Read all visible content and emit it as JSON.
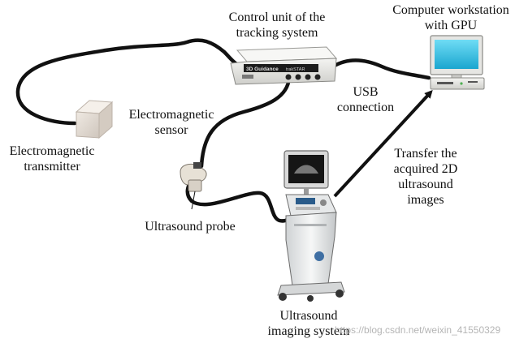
{
  "labels": {
    "control_unit": [
      "Control unit of the",
      "tracking system"
    ],
    "workstation": [
      "Computer workstation",
      "with GPU"
    ],
    "usb": [
      "USB",
      "connection"
    ],
    "em_sensor": [
      "Electromagnetic",
      "sensor"
    ],
    "em_transmitter": [
      "Electromagnetic",
      "transmitter"
    ],
    "transfer": [
      "Transfer the",
      "acquired 2D",
      "ultrasound",
      "images"
    ],
    "probe": "Ultrasound probe",
    "imaging_system": [
      "Ultrasound",
      "imaging system"
    ]
  },
  "device_text": {
    "tracker_brand": "3D Guidance",
    "tracker_model": "trakSTAR"
  },
  "watermark": "https://blog.csdn.net/weixin_41550329",
  "colors": {
    "cable": "#111111",
    "arrow": "#111111",
    "screen": "#2fc4e8",
    "device_body": "#e9e9e6"
  }
}
